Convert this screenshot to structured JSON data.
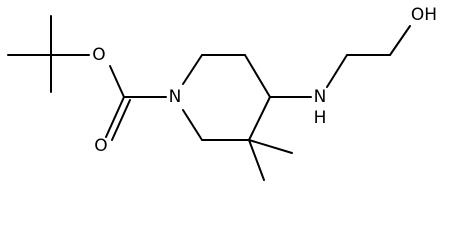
{
  "structure": {
    "atom_labels": {
      "ester_oxygen": "O",
      "carbonyl_oxygen": "O",
      "ring_nitrogen": "N",
      "amine_nh": "N",
      "amine_h": "H",
      "hydroxyl_oh": "OH"
    }
  }
}
